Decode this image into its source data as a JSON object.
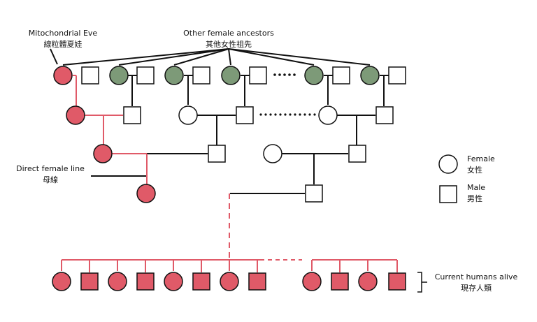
{
  "labels": {
    "eve_en": "Mitochondrial Eve",
    "eve_zh": "線粒體夏娃",
    "ancestors_en": "Other female ancestors",
    "ancestors_zh": "其他女性祖先",
    "direct_en": "Direct female line",
    "direct_zh": "母線",
    "current_en": "Current humans alive",
    "current_zh": "現存人類"
  },
  "legend": {
    "female_en": "Female",
    "female_zh": "女性",
    "male_en": "Male",
    "male_zh": "男性"
  },
  "colors": {
    "eve_line": "#e05a68",
    "ancestor": "#7d9a78",
    "stroke": "#111111",
    "connector_red": "#e05a68",
    "background": "#ffffff"
  },
  "symbols": {
    "female": "circle",
    "male": "square"
  }
}
